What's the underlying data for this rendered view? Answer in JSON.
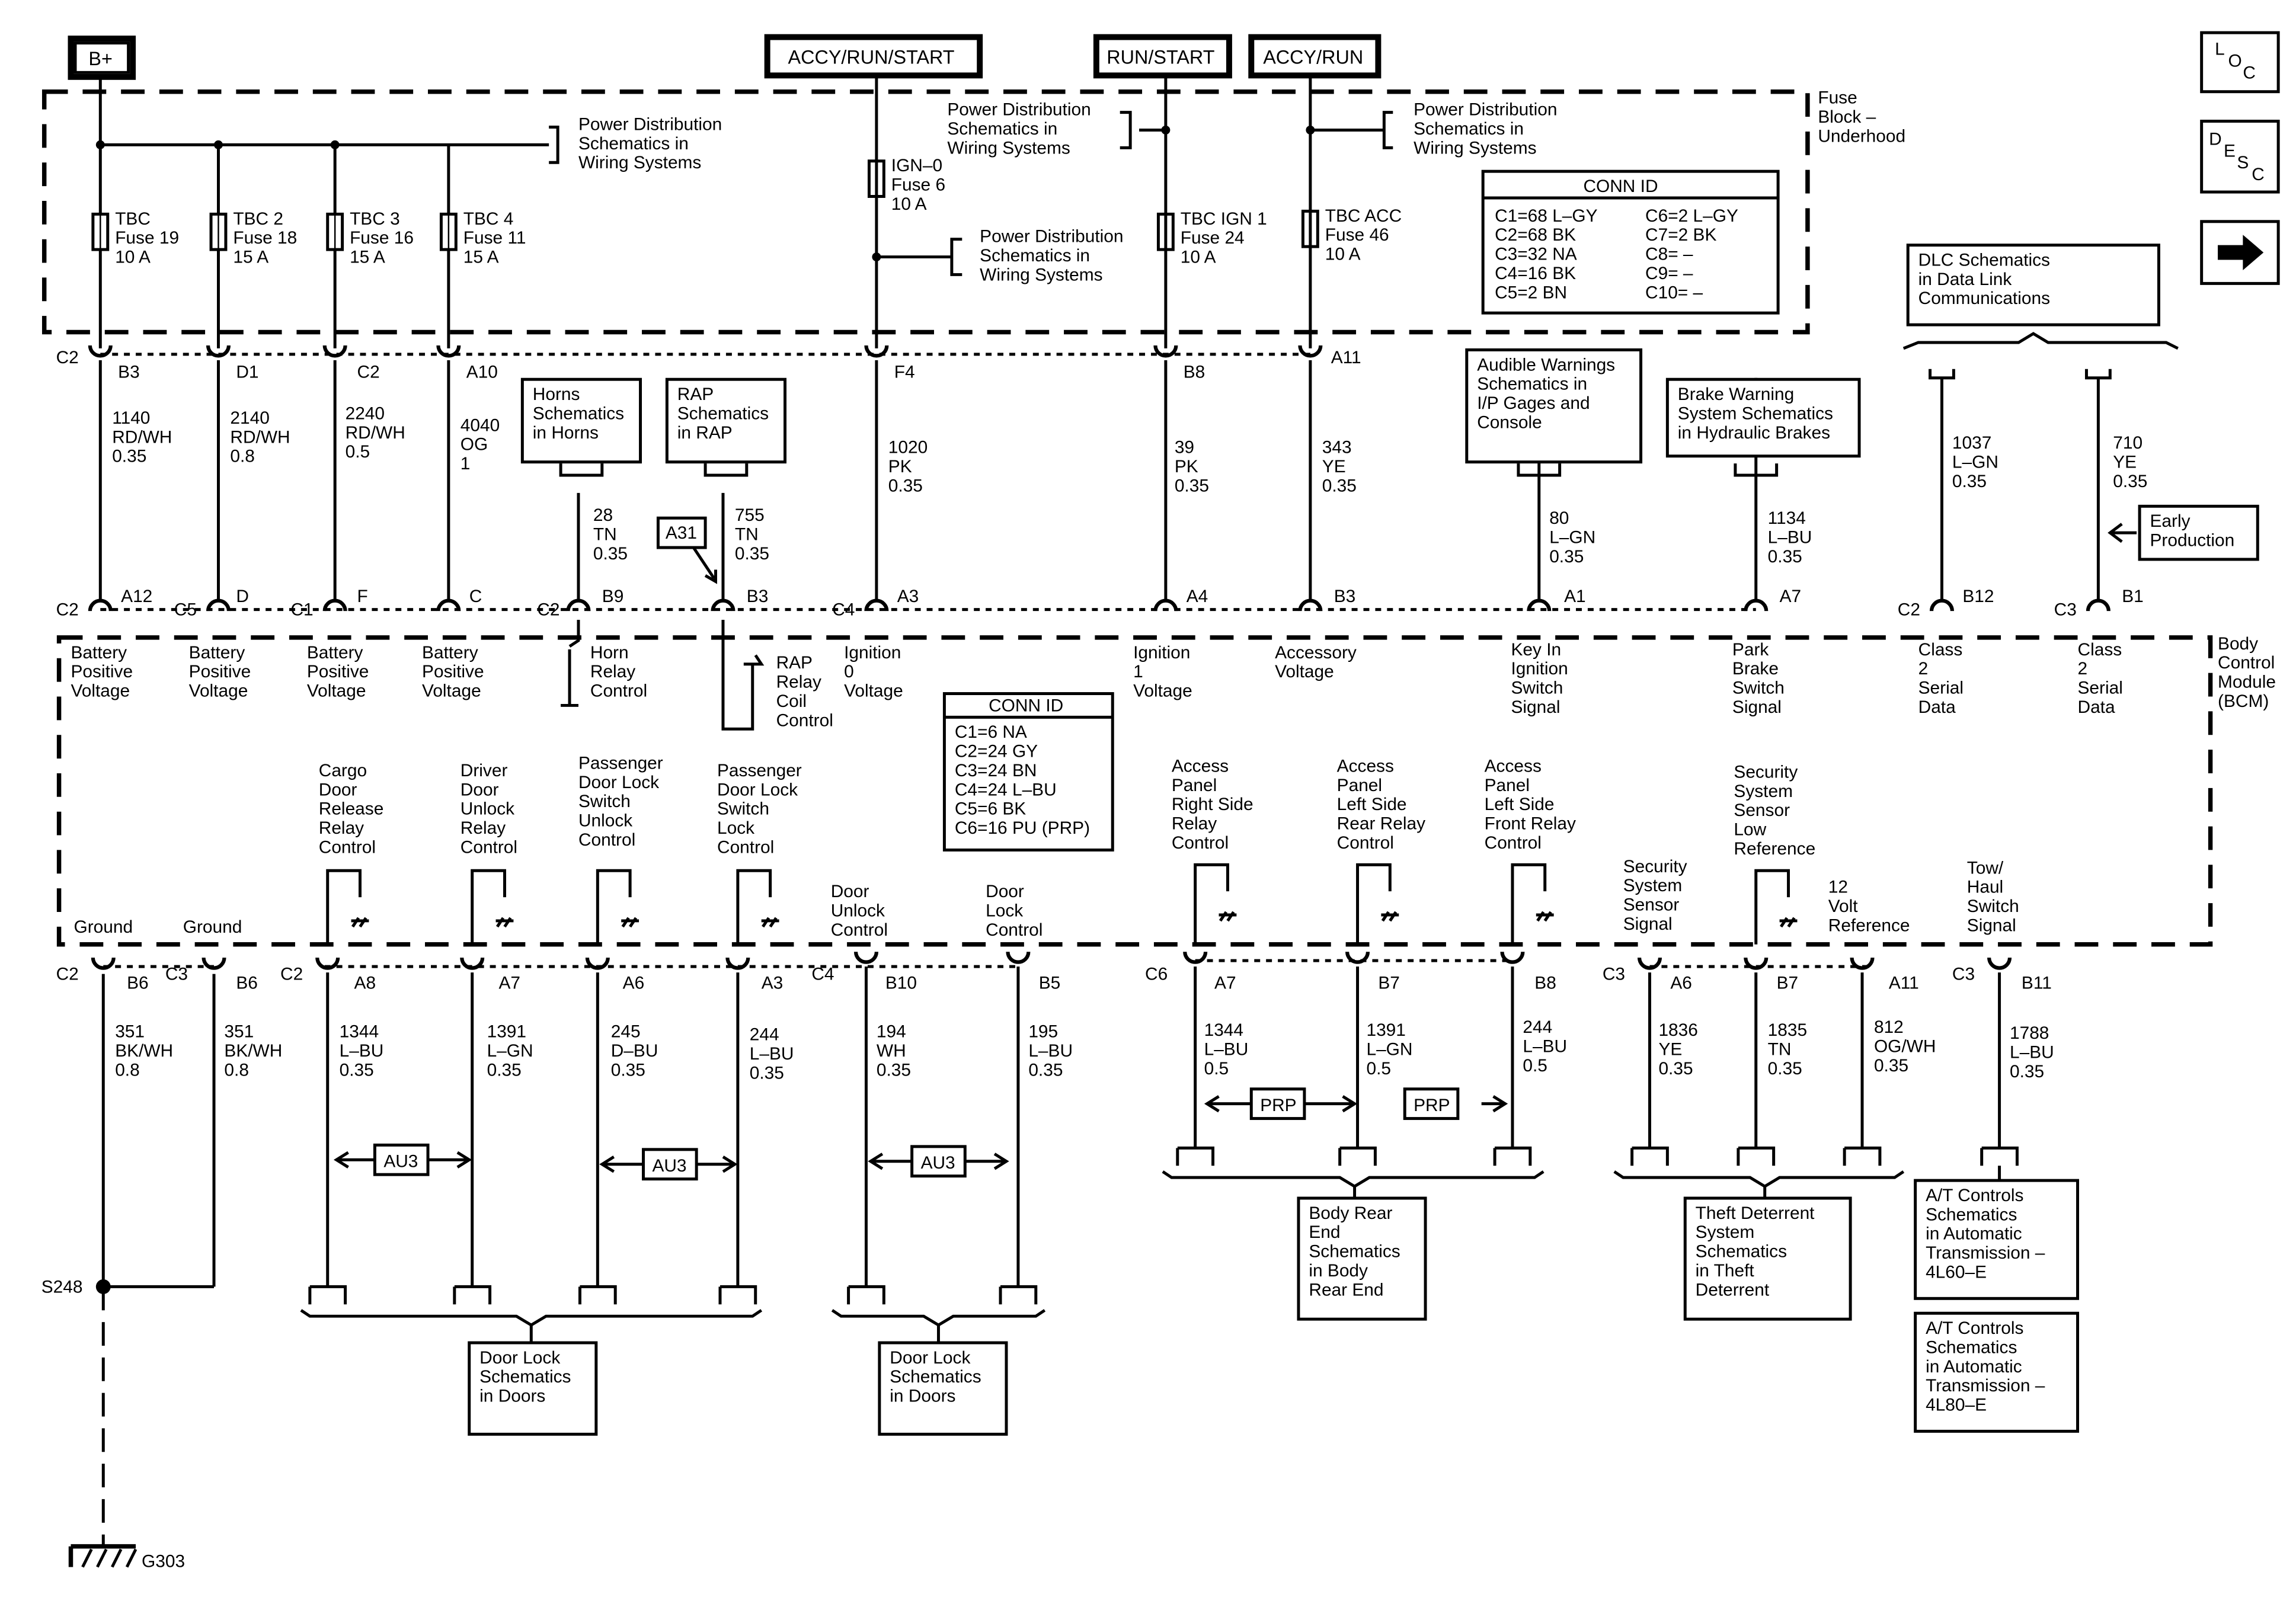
{
  "power_labels": {
    "bplus": "B+",
    "accy_run_start": "ACCY/RUN/START",
    "run_start": "RUN/START",
    "accy_run": "ACCY/RUN"
  },
  "nav": {
    "loc": [
      "L",
      "O",
      "C"
    ],
    "desc": [
      "D",
      "E",
      "S",
      "C"
    ]
  },
  "fuse_block": {
    "label": [
      "Fuse",
      "Block –",
      "Underhood"
    ]
  },
  "bcm": {
    "label": [
      "Body",
      "Control",
      "Module",
      "(BCM)"
    ]
  },
  "pds": [
    "Power Distribution",
    "Schematics in",
    "Wiring Systems"
  ],
  "fuses": [
    {
      "lines": [
        "TBC",
        "Fuse 19",
        "10 A"
      ]
    },
    {
      "lines": [
        "TBC 2",
        "Fuse 18",
        "15 A"
      ]
    },
    {
      "lines": [
        "TBC 3",
        "Fuse 16",
        "15 A"
      ]
    },
    {
      "lines": [
        "TBC 4",
        "Fuse 11",
        "15 A"
      ]
    },
    {
      "lines": [
        "IGN–0",
        "Fuse 6",
        "10 A"
      ]
    },
    {
      "lines": [
        "TBC IGN 1",
        "Fuse 24",
        "10 A"
      ]
    },
    {
      "lines": [
        "TBC ACC",
        "Fuse 46",
        "10 A"
      ]
    }
  ],
  "conn_id_fuse": {
    "title": "CONN ID",
    "left": [
      "C1=68 L–GY",
      "C2=68 BK",
      "C3=32 NA",
      "C4=16 BK",
      "C5=2 BN"
    ],
    "right": [
      "C6=2 L–GY",
      "C7=2 BK",
      "C8= –",
      "C9= –",
      "C10= –"
    ]
  },
  "conn_id_bcm": {
    "title": "CONN ID",
    "lines": [
      "C1=6 NA",
      "C2=24 GY",
      "C3=24 BN",
      "C4=24 L–BU",
      "C5=6 BK",
      "C6=16 PU (PRP)"
    ]
  },
  "top_pins": [
    "C2",
    "B3",
    "D1",
    "C2",
    "A10",
    "F4",
    "B8",
    "A11"
  ],
  "top_wires": [
    [
      "1140",
      "RD/WH",
      "0.35"
    ],
    [
      "2140",
      "RD/WH",
      "0.8"
    ],
    [
      "2240",
      "RD/WH",
      "0.5"
    ],
    [
      "4040",
      "OG",
      "1"
    ],
    [
      "1020",
      "PK",
      "0.35"
    ],
    [
      "39",
      "PK",
      "0.35"
    ],
    [
      "343",
      "YE",
      "0.35"
    ],
    [
      "28",
      "TN",
      "0.35"
    ],
    [
      "755",
      "TN",
      "0.35"
    ],
    [
      "80",
      "L–GN",
      "0.35"
    ],
    [
      "1134",
      "L–BU",
      "0.35"
    ],
    [
      "1037",
      "L–GN",
      "0.35"
    ],
    [
      "710",
      "YE",
      "0.35"
    ]
  ],
  "ref_boxes": {
    "horns": [
      "Horns",
      "Schematics",
      "in Horns"
    ],
    "rap": [
      "RAP",
      "Schematics",
      "in RAP"
    ],
    "a31": "A31",
    "audible": [
      "Audible Warnings",
      "Schematics in",
      "I/P Gages and",
      "Console"
    ],
    "brake": [
      "Brake Warning",
      "System Schematics",
      "in Hydraulic Brakes"
    ],
    "dlc": [
      "DLC Schematics",
      "in Data Link",
      "Communications"
    ],
    "early": [
      "Early",
      "Production"
    ],
    "door_lock_1": [
      "Door Lock",
      "Schematics",
      "in Doors"
    ],
    "door_lock_2": [
      "Door Lock",
      "Schematics",
      "in Doors"
    ],
    "body_rear": [
      "Body Rear",
      "End",
      "Schematics",
      "in Body",
      "Rear End"
    ],
    "theft": [
      "Theft Deterrent",
      "System",
      "Schematics",
      "in Theft",
      "Deterrent"
    ],
    "at1": [
      "A/T Controls",
      "Schematics",
      "in Automatic",
      "Transmission –",
      "4L60–E"
    ],
    "at2": [
      "A/T Controls",
      "Schematics",
      "in Automatic",
      "Transmission –",
      "4L80–E"
    ]
  },
  "bcm_top_pins": [
    {
      "conn": "C2",
      "pin": "A12"
    },
    {
      "conn": "C5",
      "pin": "D"
    },
    {
      "conn": "C1",
      "pin": "F"
    },
    {
      "conn": "",
      "pin": "C"
    },
    {
      "conn": "C2",
      "pin": "B9"
    },
    {
      "conn": "",
      "pin": "B3"
    },
    {
      "conn": "C4",
      "pin": "A3"
    },
    {
      "conn": "",
      "pin": "A4"
    },
    {
      "conn": "",
      "pin": "B3"
    },
    {
      "conn": "",
      "pin": "A1"
    },
    {
      "conn": "",
      "pin": "A7"
    },
    {
      "conn": "C2",
      "pin": "B12"
    },
    {
      "conn": "C3",
      "pin": "B1"
    }
  ],
  "bcm_top_labels": [
    [
      "Battery",
      "Positive",
      "Voltage"
    ],
    [
      "Battery",
      "Positive",
      "Voltage"
    ],
    [
      "Battery",
      "Positive",
      "Voltage"
    ],
    [
      "Battery",
      "Positive",
      "Voltage"
    ],
    [
      "Horn",
      "Relay",
      "Control"
    ],
    [
      "RAP",
      "Relay",
      "Coil",
      "Control"
    ],
    [
      "Ignition",
      "0",
      "Voltage"
    ],
    [
      "Ignition",
      "1",
      "Voltage"
    ],
    [
      "Accessory",
      "Voltage"
    ],
    [
      "Key In",
      "Ignition",
      "Switch",
      "Signal"
    ],
    [
      "Park",
      "Brake",
      "Switch",
      "Signal"
    ],
    [
      "Class",
      "2",
      "Serial",
      "Data"
    ],
    [
      "Class",
      "2",
      "Serial",
      "Data"
    ]
  ],
  "bcm_bottom_labels": [
    [
      "Ground"
    ],
    [
      "Ground"
    ],
    [
      "Cargo",
      "Door",
      "Release",
      "Relay",
      "Control"
    ],
    [
      "Driver",
      "Door",
      "Unlock",
      "Relay",
      "Control"
    ],
    [
      "Passenger",
      "Door Lock",
      "Switch",
      "Unlock",
      "Control"
    ],
    [
      "Passenger",
      "Door Lock",
      "Switch",
      "Lock",
      "Control"
    ],
    [
      "Door",
      "Unlock",
      "Control"
    ],
    [
      "Door",
      "Lock",
      "Control"
    ],
    [
      "Access",
      "Panel",
      "Right Side",
      "Relay",
      "Control"
    ],
    [
      "Access",
      "Panel",
      "Left Side",
      "Rear Relay",
      "Control"
    ],
    [
      "Access",
      "Panel",
      "Left Side",
      "Front Relay",
      "Control"
    ],
    [
      "Security",
      "System",
      "Sensor",
      "Signal"
    ],
    [
      "Security",
      "System",
      "Sensor",
      "Low",
      "Reference"
    ],
    [
      "12",
      "Volt",
      "Reference"
    ],
    [
      "Tow/",
      "Haul",
      "Switch",
      "Signal"
    ]
  ],
  "bottom_pins": [
    {
      "conn": "C2",
      "pin": "B6"
    },
    {
      "conn": "C3",
      "pin": "B6"
    },
    {
      "conn": "C2",
      "pin": "A8"
    },
    {
      "conn": "",
      "pin": "A7"
    },
    {
      "conn": "",
      "pin": "A6"
    },
    {
      "conn": "",
      "pin": "A3"
    },
    {
      "conn": "C4",
      "pin": "B10"
    },
    {
      "conn": "",
      "pin": "B5"
    },
    {
      "conn": "C6",
      "pin": "A7"
    },
    {
      "conn": "",
      "pin": "B7"
    },
    {
      "conn": "",
      "pin": "B8"
    },
    {
      "conn": "C3",
      "pin": "A6"
    },
    {
      "conn": "",
      "pin": "B7"
    },
    {
      "conn": "",
      "pin": "A11"
    },
    {
      "conn": "C3",
      "pin": "B11"
    }
  ],
  "bottom_wires": [
    [
      "351",
      "BK/WH",
      "0.8"
    ],
    [
      "351",
      "BK/WH",
      "0.8"
    ],
    [
      "1344",
      "L–BU",
      "0.35"
    ],
    [
      "1391",
      "L–GN",
      "0.35"
    ],
    [
      "245",
      "D–BU",
      "0.35"
    ],
    [
      "244",
      "L–BU",
      "0.35"
    ],
    [
      "194",
      "WH",
      "0.35"
    ],
    [
      "195",
      "L–BU",
      "0.35"
    ],
    [
      "1344",
      "L–BU",
      "0.5"
    ],
    [
      "1391",
      "L–GN",
      "0.5"
    ],
    [
      "244",
      "L–BU",
      "0.5"
    ],
    [
      "1836",
      "YE",
      "0.35"
    ],
    [
      "1835",
      "TN",
      "0.35"
    ],
    [
      "812",
      "OG/WH",
      "0.35"
    ],
    [
      "1788",
      "L–BU",
      "0.35"
    ]
  ],
  "options": {
    "au3": "AU3",
    "prp": "PRP"
  },
  "splice": "S248",
  "ground": "G303"
}
